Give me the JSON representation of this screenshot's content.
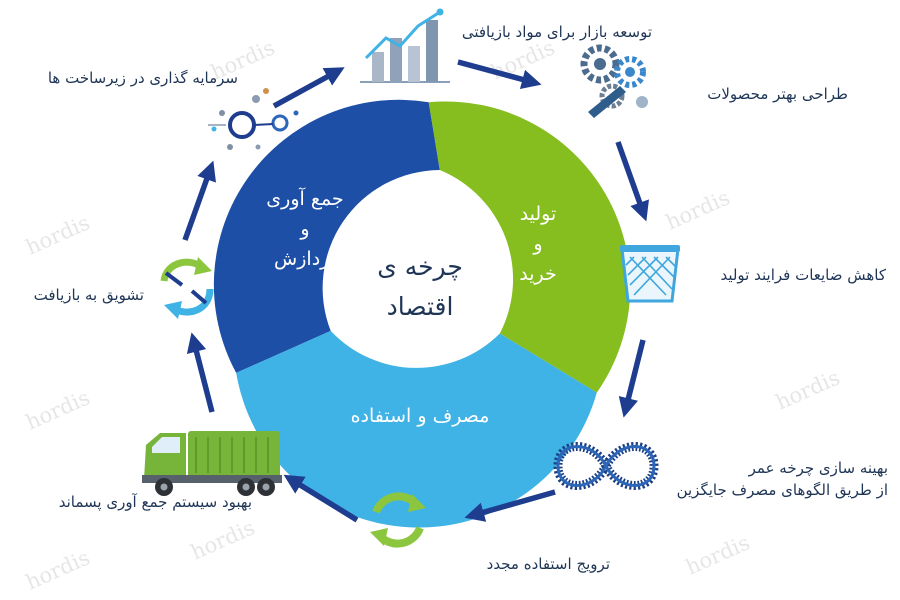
{
  "center": {
    "line1": "چرخه ی",
    "line2": "اقتصاد"
  },
  "segments": {
    "collection": {
      "lines": [
        "جمع آوری",
        "و",
        "پردازش"
      ],
      "color": "#1d4fa6"
    },
    "production": {
      "lines": [
        "تولید",
        "و",
        "خرید"
      ],
      "color": "#86bd1f"
    },
    "consumption": {
      "lines": [
        "مصرف و استفاده"
      ],
      "color": "#3fb2e6"
    }
  },
  "steps": {
    "market": {
      "label": "توسعه بازار برای مواد بازیافتی",
      "icon": "bar-chart-growth-icon"
    },
    "design": {
      "label": "طراحی بهتر محصولات",
      "icon": "gears-icon"
    },
    "waste": {
      "label": "کاهش ضایعات فرایند تولید",
      "icon": "waste-basket-icon"
    },
    "lifecycle": {
      "line1": "بهینه سازی چرخه عمر",
      "line2": "از طریق الگوهای مصرف جایگزین",
      "icon": "infinity-icon"
    },
    "reuse": {
      "label": "ترویج استفاده مجدد",
      "icon": "recycle-arrows-icon"
    },
    "collect": {
      "label": "بهبود سیستم جمع آوری پسماند",
      "icon": "garbage-truck-icon"
    },
    "encourage": {
      "label": "تشویق به بازیافت",
      "icon": "circular-arrows-icon"
    },
    "invest": {
      "label": "سرمایه گذاری در زیرساخت ها",
      "icon": "network-nodes-icon"
    }
  },
  "watermark": "hordis",
  "colors": {
    "arrow": "#1f3d8f",
    "label_text": "#1f3556"
  }
}
